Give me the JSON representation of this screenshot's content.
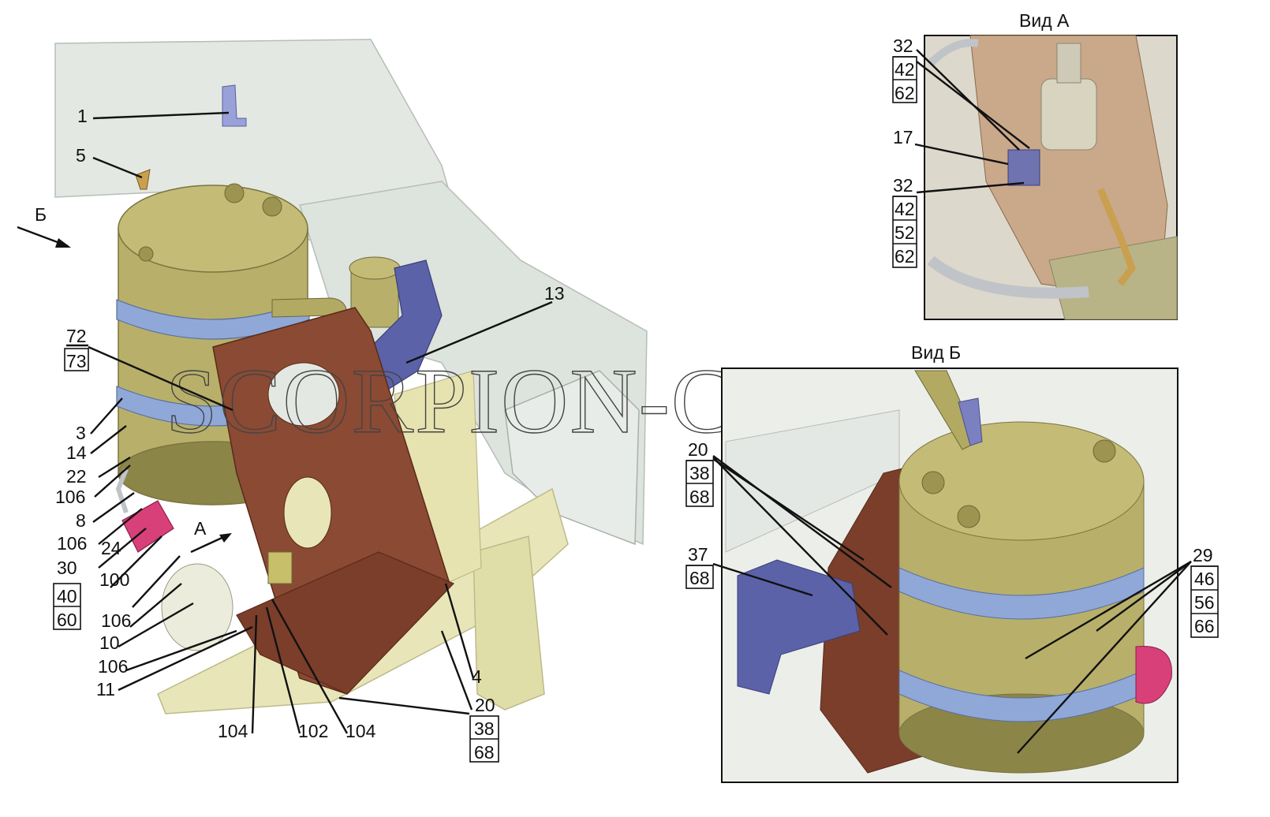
{
  "views": {
    "a_title": "Вид А",
    "b_title": "Вид Б"
  },
  "arrows": {
    "b": "Б",
    "a": "А"
  },
  "watermark": "SCORPION-CAR.RU",
  "callouts": {
    "c1": "1",
    "c5": "5",
    "c13": "13",
    "c3": "3",
    "c14": "14",
    "c22": "22",
    "c106a": "106",
    "c8": "8",
    "c106b": "106",
    "c30": "30",
    "c24": "24",
    "c100": "100",
    "c106c": "106",
    "c10": "10",
    "c106d": "106",
    "c11": "11",
    "c104a": "104",
    "c102": "102",
    "c104b": "104",
    "c4": "4",
    "c20": "20",
    "a17": "17",
    "b20": "20",
    "b37": "37",
    "b29": "29"
  },
  "stacks": {
    "s72": [
      "72",
      "73"
    ],
    "s40": [
      "40",
      "60"
    ],
    "s20": [
      "38",
      "68"
    ],
    "a32top": [
      "32",
      "42",
      "62"
    ],
    "a32bot": [
      "32",
      "42",
      "52",
      "62"
    ],
    "b20": [
      "38",
      "68"
    ],
    "b37": [
      "68"
    ],
    "b29": [
      "46",
      "56",
      "66"
    ]
  },
  "colors": {
    "frame": "#e3e8e3",
    "frame_shadow": "#c9cfc9",
    "tank": "#b8b06a",
    "tank_dark": "#8c8548",
    "band": "#8fa8d8",
    "bracket": "#8a4a34",
    "bracket_dark": "#6b3624",
    "cross_member": "#e8e6b8",
    "filter": "#d8407a",
    "blue_part": "#5b62a8"
  }
}
